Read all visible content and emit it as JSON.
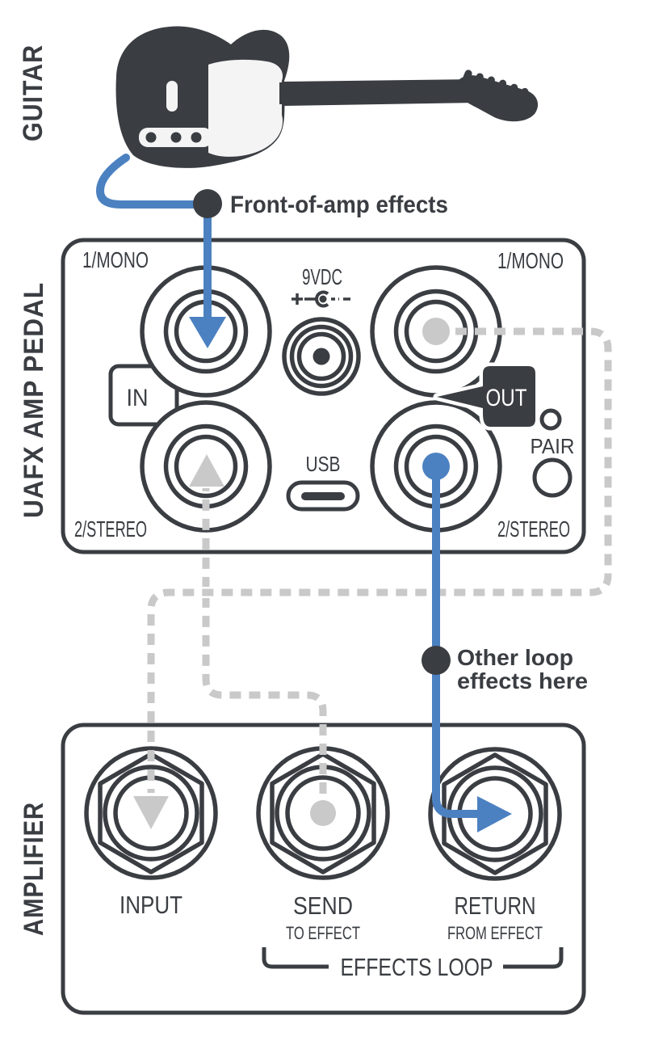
{
  "colors": {
    "dark": "#3a3d42",
    "cable_blue": "#4c81c1",
    "cable_gray": "#c9c9c9",
    "panel_fill": "#ffffff",
    "pickguard": "#f4f4f4"
  },
  "guitar": {
    "side_label": "GUITAR"
  },
  "front_of_amp_note": {
    "text": "Front-of-amp effects"
  },
  "pedal": {
    "side_label": "UAFX AMP PEDAL",
    "jack_top_left_label": "1/MONO",
    "jack_top_right_label": "1/MONO",
    "jack_bottom_left_label": "2/STEREO",
    "jack_bottom_right_label": "2/STEREO",
    "power_label": "9VDC",
    "in_badge": "IN",
    "out_badge": "OUT",
    "usb_label": "USB",
    "pair_label": "PAIR"
  },
  "loop_note": {
    "line1": "Other loop",
    "line2": "effects here"
  },
  "amplifier": {
    "side_label": "AMPLIFIER",
    "input_label": "INPUT",
    "send_label": "SEND",
    "send_sublabel": "TO EFFECT",
    "return_label": "RETURN",
    "return_sublabel": "FROM EFFECT",
    "effects_loop_label": "EFFECTS LOOP"
  }
}
